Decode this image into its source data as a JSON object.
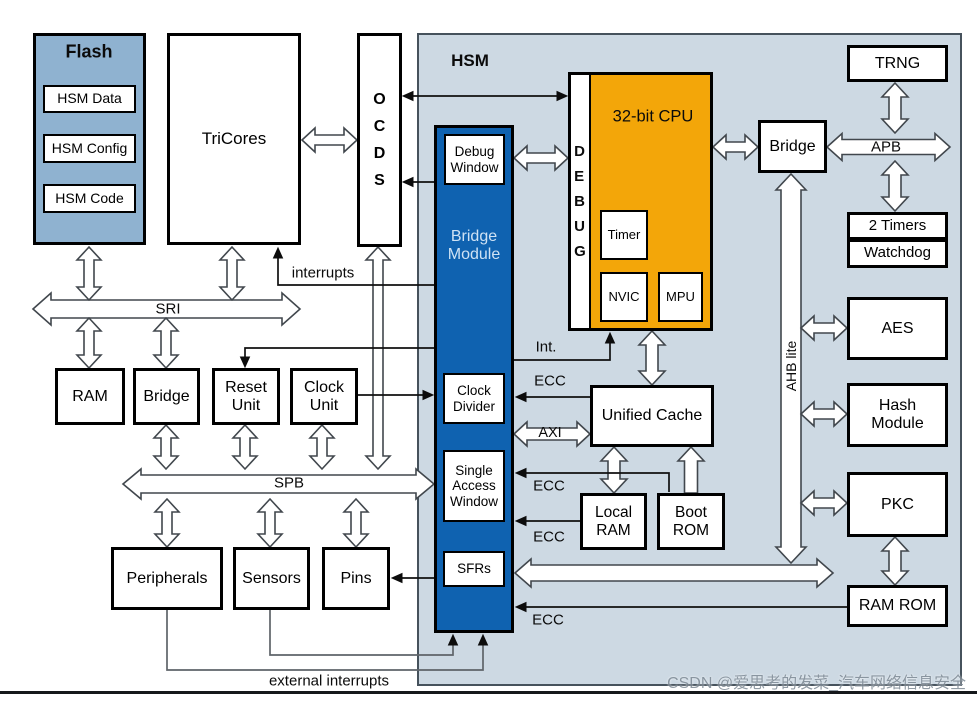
{
  "hsm_label": "HSM",
  "flash": {
    "title": "Flash",
    "items": [
      "HSM Data",
      "HSM Config",
      "HSM Code"
    ]
  },
  "tricores_label": "TriCores",
  "ocds_letters": "OCDS",
  "bridge_module": {
    "title": "Bridge Module",
    "debug_window": "Debug Window",
    "clock_divider": "Clock Divider",
    "single_access_window": "Single Access Window",
    "sfrs": "SFRs"
  },
  "cpu": {
    "debug_letters": "DEBUG",
    "title": "32-bit CPU",
    "timer": "Timer",
    "nvic": "NVIC",
    "mpu": "MPU"
  },
  "memory": {
    "unified_cache": "Unified Cache",
    "local_ram": "Local RAM",
    "boot_rom": "Boot ROM"
  },
  "right_column": {
    "trng": "TRNG",
    "bridge": "Bridge",
    "timers": "2 Timers",
    "watchdog": "Watchdog",
    "aes": "AES",
    "hash_module": "Hash Module",
    "pkc": "PKC",
    "ram_rom": "RAM ROM"
  },
  "mid_row": {
    "ram": "RAM",
    "bridge": "Bridge",
    "reset_unit": "Reset Unit",
    "clock_unit": "Clock Unit"
  },
  "bottom_row": {
    "peripherals": "Peripherals",
    "sensors": "Sensors",
    "pins": "Pins"
  },
  "buses": {
    "sri": "SRI",
    "spb": "SPB",
    "apb": "APB",
    "ahb": "AHB lite",
    "axi": "AXI"
  },
  "signals": {
    "interrupts": "interrupts",
    "external_interrupts": "external interrupts",
    "int": "Int.",
    "ecc": "ECC"
  },
  "watermark": "CSDN @爱思考的发菜_汽车网络信息安全",
  "colors": {
    "hsm_bg": "#cdd9e3",
    "hsm_border": "#46525c",
    "module_blue": "#0f62b0",
    "module_text": "#cfe2f4",
    "flash_blue": "#8fb2d0",
    "cpu_orange": "#f3a609",
    "arrow_outline": "#41474d",
    "thin_line": "#101010",
    "ext_line": "#5f6469",
    "watermark_gray": "#7e8a95"
  }
}
